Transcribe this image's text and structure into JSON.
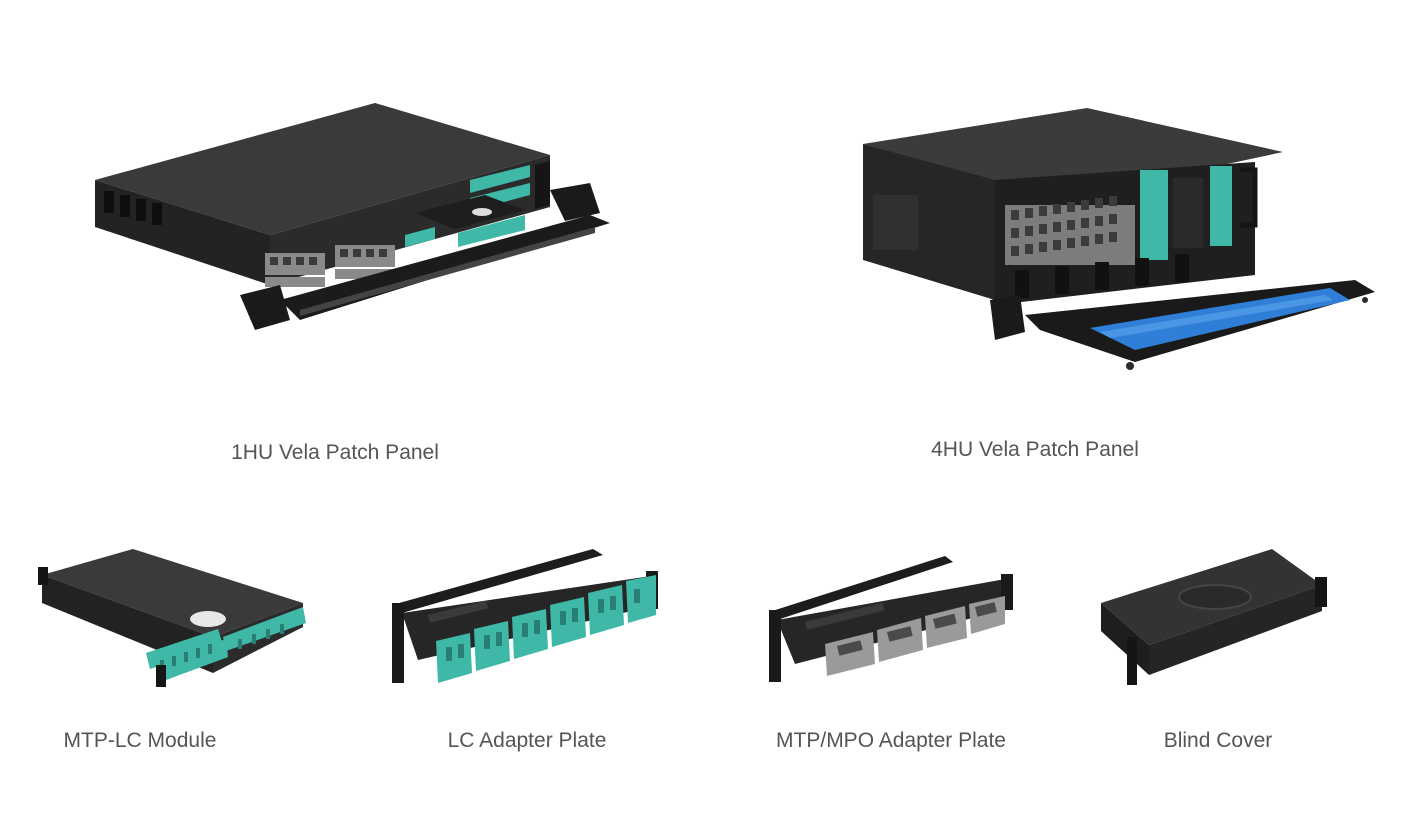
{
  "products": [
    {
      "id": "1hu-panel",
      "caption": "1HU Vela Patch Panel",
      "icon": "1hu-patch-panel-icon"
    },
    {
      "id": "4hu-panel",
      "caption": "4HU Vela Patch Panel",
      "icon": "4hu-patch-panel-icon"
    },
    {
      "id": "mtp-lc-module",
      "caption": "MTP-LC Module",
      "icon": "mtp-lc-module-icon"
    },
    {
      "id": "lc-adapter-plate",
      "caption": "LC Adapter Plate",
      "icon": "lc-adapter-plate-icon"
    },
    {
      "id": "mtp-mpo-adapter-plate",
      "caption": "MTP/MPO Adapter Plate",
      "icon": "mtp-mpo-adapter-plate-icon"
    },
    {
      "id": "blind-cover",
      "caption": "Blind Cover",
      "icon": "blind-cover-icon"
    }
  ],
  "colors": {
    "chassis": "#2b2b2b",
    "chassis_top": "#3a3a3a",
    "adapter_teal": "#3fb8a8",
    "tray_blue": "#2f7fd8",
    "caption_gray": "#555555"
  }
}
